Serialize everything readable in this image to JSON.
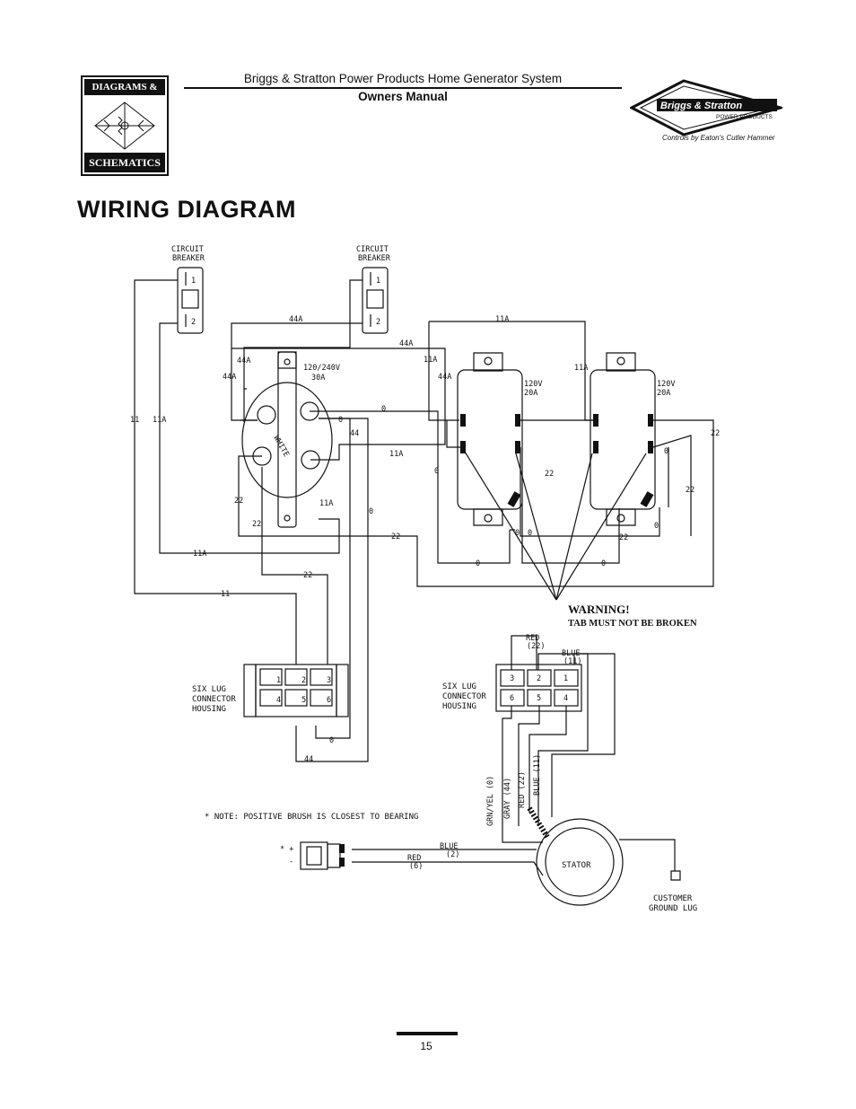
{
  "header": {
    "title": "Briggs & Stratton Power Products Home Generator System",
    "subtitle": "Owners Manual"
  },
  "logo_left": {
    "top": "DIAGRAMS &",
    "bottom": "SCHEMATICS"
  },
  "brand_logo": {
    "name": "Briggs & Stratton",
    "sub": "POWER PRODUCTS",
    "caption": "Controls by Eaton's Cutler Hammer"
  },
  "page_title": "WIRING DIAGRAM",
  "diagram": {
    "breaker_label_1": "CIRCUIT",
    "breaker_label_2": "BREAKER",
    "receptacle_30a": "120/240V",
    "receptacle_30a_amps": "30A",
    "receptacle_20a": "120V",
    "receptacle_20a_amps": "20A",
    "connector_label_1": "SIX LUG",
    "connector_label_2": "CONNECTOR",
    "connector_label_3": "HOUSING",
    "stator": "STATOR",
    "ground_lug_1": "CUSTOMER",
    "ground_lug_2": "GROUND LUG",
    "note": "* NOTE: POSITIVE BRUSH IS CLOSEST TO BEARING",
    "wire_red_22": "RED",
    "wire_red_22_num": "(22)",
    "wire_blue_11": "BLUE",
    "wire_blue_11_num": "(11)",
    "wire_blue_2": "BLUE",
    "wire_blue_2_num": "(2)",
    "wire_red_6": "RED",
    "wire_red_6_num": "(6)",
    "lead_grn": "GRN/YEL (0)",
    "lead_gray": "GRAY (44)",
    "lead_red": "RED (22)",
    "lead_blue": "BLUE (11)"
  },
  "warning": {
    "title": "WARNING!",
    "text": "TAB MUST NOT BE BROKEN"
  },
  "page_number": "15"
}
